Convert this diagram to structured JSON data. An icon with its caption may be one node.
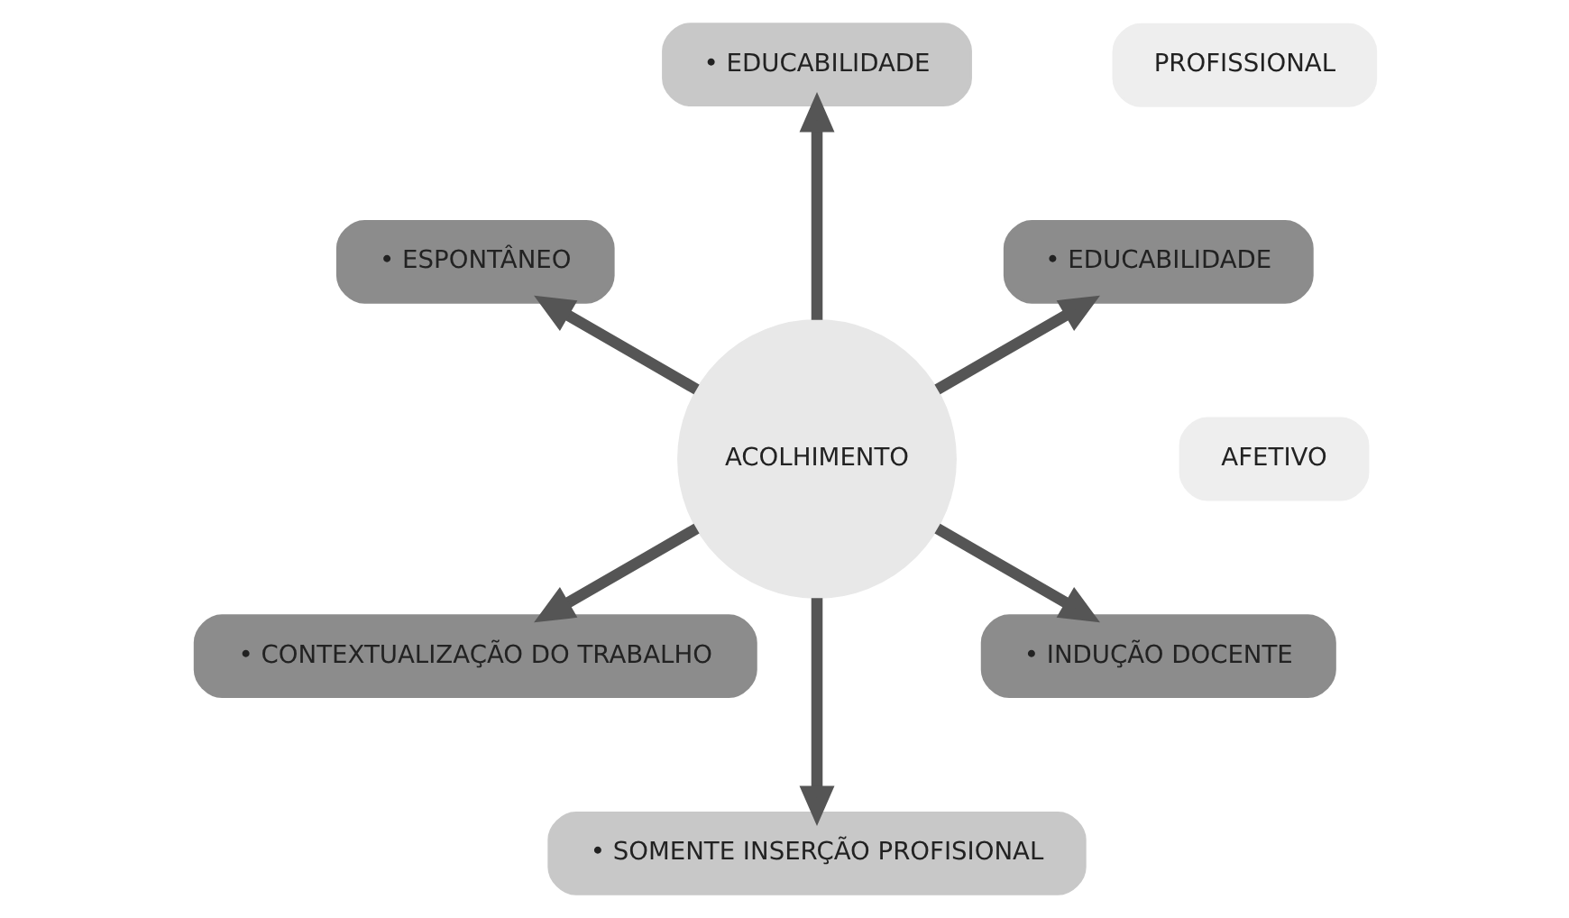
{
  "diagram": {
    "nodes": [
      {
        "text": [
          "AFETIVO"
        ]
      },
      {
        "text": [
          "PROFISSIONAL"
        ]
      },
      {
        "text": [
          "• EDUCABILIDADE"
        ]
      },
      {
        "text": [
          "• EDUCABILIDADE"
        ]
      },
      {
        "text": [
          "• ESPONTÂNEO"
        ]
      },
      {
        "text": [
          "ACOLHIMENTO"
        ]
      },
      {
        "text": [
          "• CONTEXTUALIZAÇÃO DO TRABALHO"
        ]
      },
      {
        "text": [
          "• SOMENTE INSERÇÃO PROFISIONAL"
        ]
      },
      {
        "text": [
          "• INDUÇÃO DOCENTE"
        ]
      }
    ],
    "edges": [
      {
        "from": 5,
        "to": 2,
        "arrow": "to"
      },
      {
        "from": 5,
        "to": 3,
        "arrow": "to"
      },
      {
        "from": 5,
        "to": 4,
        "arrow": "to"
      },
      {
        "from": 5,
        "to": 6,
        "arrow": "to"
      },
      {
        "from": 5,
        "to": 7,
        "arrow": "to"
      },
      {
        "from": 5,
        "to": 8,
        "arrow": "to"
      }
    ]
  }
}
